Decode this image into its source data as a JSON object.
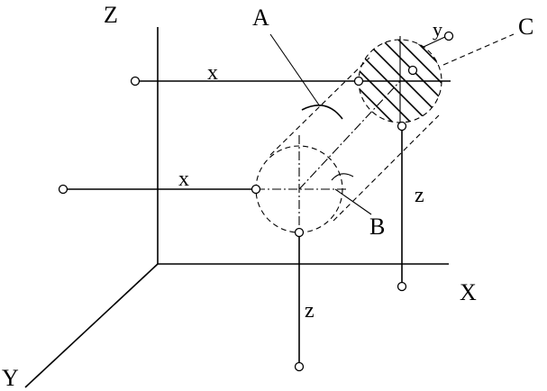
{
  "labels": {
    "axis_z_top": "Z",
    "axis_y": "Y",
    "axis_x_right": "X",
    "point_a": "A",
    "point_b": "B",
    "point_c": "C",
    "x_upper": "x",
    "x_lower": "x",
    "z_right": "z",
    "z_bottom": "z",
    "y_small": "y"
  }
}
